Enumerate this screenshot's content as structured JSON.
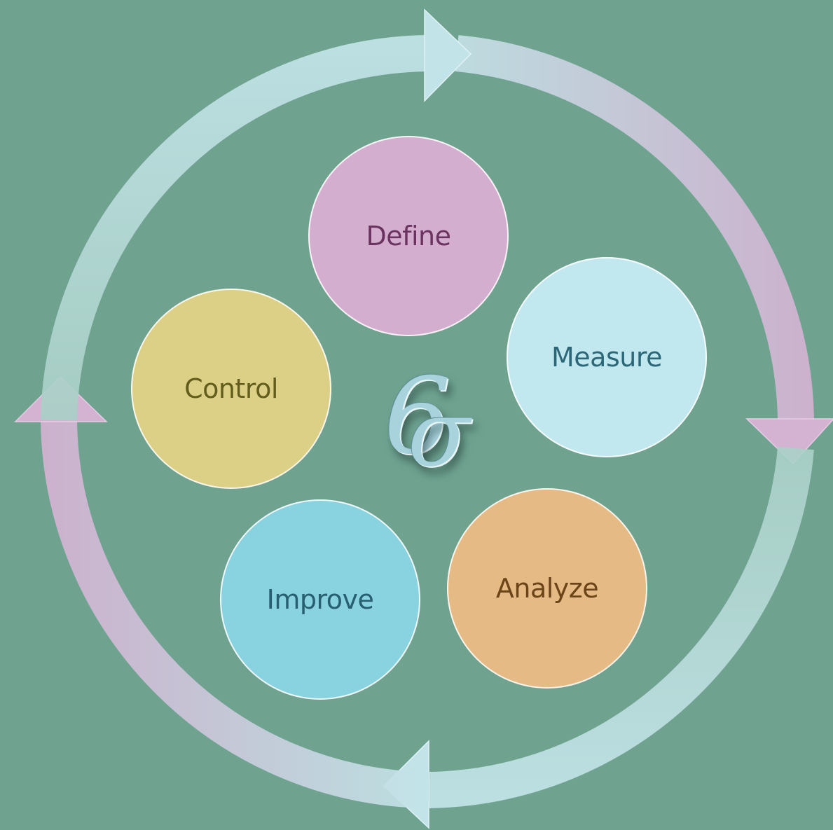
{
  "diagram": {
    "logo_text": "6σ",
    "phases": [
      {
        "id": "define",
        "label": "Define",
        "fill": "#d4aecf",
        "text_color": "#6b3460"
      },
      {
        "id": "measure",
        "label": "Measure",
        "fill": "#c2e8ef",
        "text_color": "#2c6778"
      },
      {
        "id": "analyze",
        "label": "Analyze",
        "fill": "#e5ba84",
        "text_color": "#6b4518"
      },
      {
        "id": "improve",
        "label": "Improve",
        "fill": "#89d3e1",
        "text_color": "#275f70"
      },
      {
        "id": "control",
        "label": "Control",
        "fill": "#dcd086",
        "text_color": "#625d1c"
      }
    ],
    "colors": {
      "background": "#6fa390",
      "arrow_light": "#c2e4e8",
      "arrow_pink": "#d4b2d2"
    }
  }
}
